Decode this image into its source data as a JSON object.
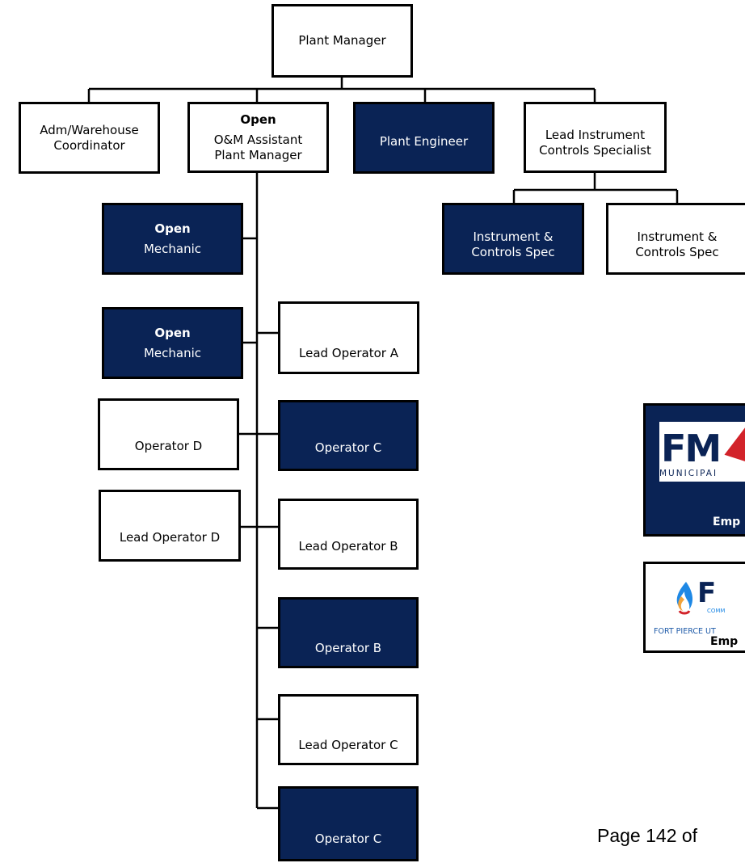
{
  "colors": {
    "navy": "#0a2355",
    "line": "#000000",
    "white": "#ffffff"
  },
  "boxes": [
    {
      "id": "plant-manager",
      "lines": [
        "Plant Manager"
      ],
      "fill": "white"
    },
    {
      "id": "adm-warehouse",
      "lines": [
        "Adm/Warehouse",
        "Coordinator"
      ],
      "fill": "white"
    },
    {
      "id": "om-assistant",
      "bold": "Open",
      "lines": [
        "O&M Assistant",
        "Plant Manager"
      ],
      "fill": "white"
    },
    {
      "id": "plant-engineer",
      "lines": [
        "Plant Engineer"
      ],
      "fill": "navy"
    },
    {
      "id": "lead-instrument",
      "lines": [
        "Lead Instrument",
        "Controls Specialist"
      ],
      "fill": "white"
    },
    {
      "id": "ic-spec-1",
      "lines": [
        "Instrument &",
        "Controls Spec"
      ],
      "fill": "navy"
    },
    {
      "id": "ic-spec-2",
      "lines": [
        "Instrument &",
        "Controls Spec"
      ],
      "fill": "white"
    },
    {
      "id": "mechanic-1",
      "bold": "Open",
      "lines": [
        "Mechanic"
      ],
      "fill": "navy"
    },
    {
      "id": "mechanic-2",
      "bold": "Open",
      "lines": [
        "Mechanic"
      ],
      "fill": "navy"
    },
    {
      "id": "lead-operator-a",
      "lines": [
        "Lead Operator A"
      ],
      "fill": "white"
    },
    {
      "id": "operator-d",
      "lines": [
        "Operator D"
      ],
      "fill": "white"
    },
    {
      "id": "operator-c-1",
      "lines": [
        "Operator C"
      ],
      "fill": "navy"
    },
    {
      "id": "lead-operator-d",
      "lines": [
        "Lead Operator D"
      ],
      "fill": "white"
    },
    {
      "id": "lead-operator-b",
      "lines": [
        "Lead Operator B"
      ],
      "fill": "white"
    },
    {
      "id": "operator-b",
      "lines": [
        "Operator B"
      ],
      "fill": "navy"
    },
    {
      "id": "lead-operator-c",
      "lines": [
        "Lead Operator C"
      ],
      "fill": "white"
    },
    {
      "id": "operator-c-2",
      "lines": [
        "Operator C"
      ],
      "fill": "navy"
    }
  ],
  "legend": {
    "fmpa": {
      "letters": "FM",
      "subtitle": "MUNICIPAI",
      "caption": "Emp"
    },
    "fpua": {
      "letter": "F",
      "comm": "COMM",
      "line": "FORT PIERCE UT",
      "caption": "Emp"
    }
  },
  "footer": {
    "page": "Page 142 of"
  }
}
